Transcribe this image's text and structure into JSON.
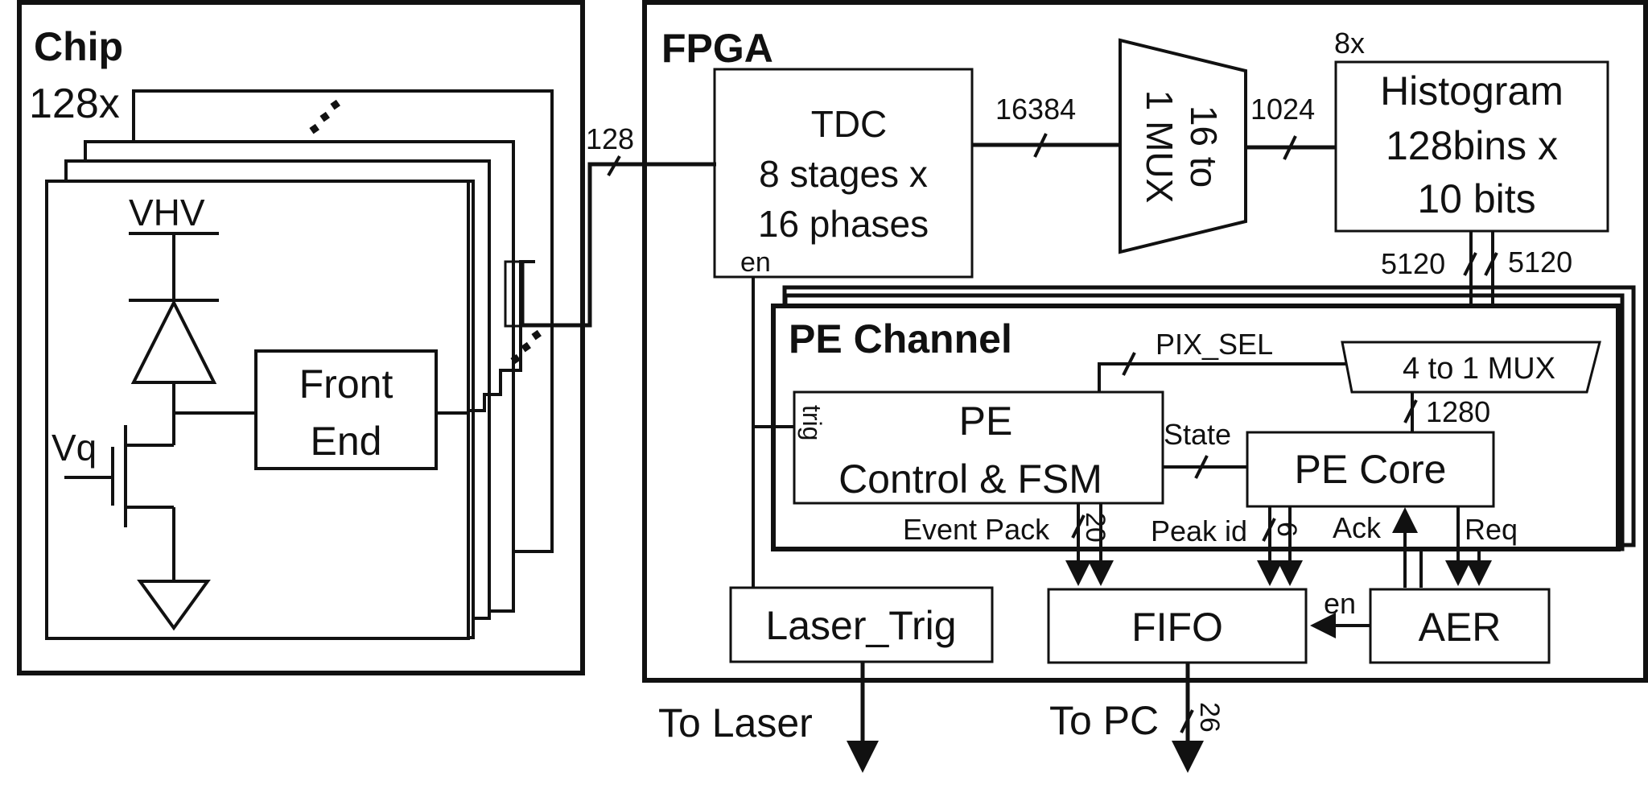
{
  "chip": {
    "title": "Chip",
    "multiplier": "128x",
    "vhv": "VHV",
    "vq": "Vq",
    "front_end": [
      "Front",
      "End"
    ],
    "bus_width": "128"
  },
  "fpga": {
    "title": "FPGA",
    "tdc": [
      "TDC",
      "8 stages x",
      "16 phases"
    ],
    "tdc_en": "en",
    "tdc_bus": "16384",
    "mux16": [
      "16 to",
      "1 MUX"
    ],
    "mux_bus": "1024",
    "hist_count": "8x",
    "histogram": [
      "Histogram",
      "128bins x",
      "10 bits"
    ],
    "hist_bus_left": "5120",
    "hist_bus_right": "5120",
    "laser_trig": "Laser_Trig",
    "fifo": "FIFO",
    "aer": "AER",
    "aer_en": "en"
  },
  "pe": {
    "title": "PE Channel",
    "pix_sel": "PIX_SEL",
    "mux4": "4 to 1 MUX",
    "mux4_bus": "1280",
    "ctrl": [
      "PE",
      "Control & FSM"
    ],
    "trig": "trig",
    "state": "State",
    "core": "PE Core",
    "event_pack": "Event Pack",
    "event_pack_bus": "20",
    "peak_id": "Peak id",
    "peak_id_bus": "6",
    "ack": "Ack",
    "req": "Req"
  },
  "outputs": {
    "to_laser": "To Laser",
    "to_pc": "To PC",
    "pc_bus": "26"
  }
}
